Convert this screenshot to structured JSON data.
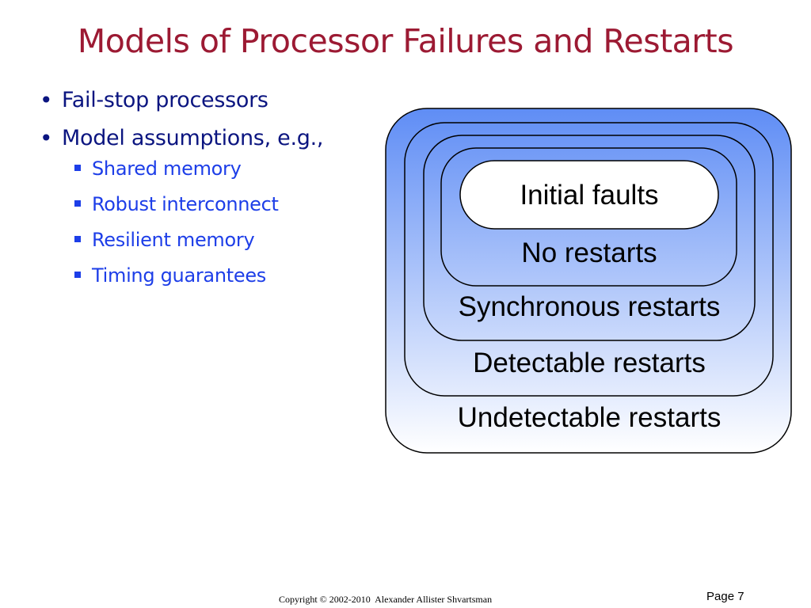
{
  "slide": {
    "title": "Models of Processor Failures and Restarts",
    "bullets": [
      {
        "text": "Fail-stop processors"
      },
      {
        "text": "Model assumptions, e.g.,",
        "sub": [
          "Shared memory",
          "Robust interconnect",
          "Resilient memory",
          "Timing guarantees"
        ]
      }
    ],
    "footer": "Copyright © 2002-2010  Alexander Allister Shvartsman",
    "page": "Page 7"
  },
  "diagram": {
    "levels": [
      "Initial faults",
      "No restarts",
      "Synchronous restarts",
      "Detectable restarts",
      "Undetectable restarts"
    ],
    "gradient": {
      "top": "#5f8df5",
      "bottom": "#ffffff"
    },
    "outline": "#000000"
  }
}
